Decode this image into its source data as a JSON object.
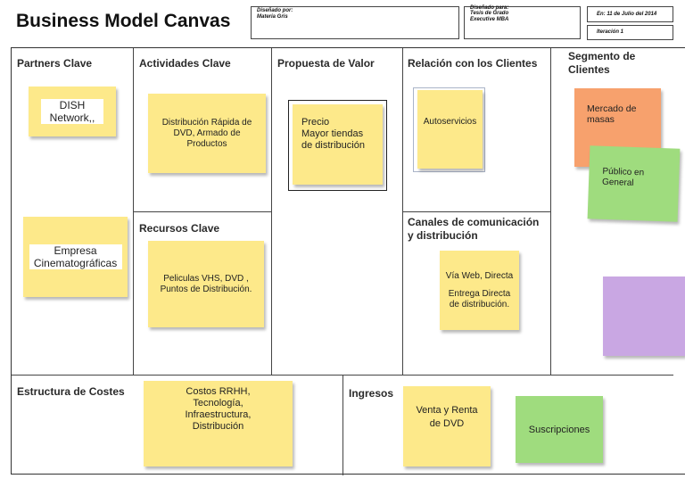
{
  "title": "Business Model Canvas",
  "header": {
    "disenado_por_label": "Diseñado por:",
    "disenado_por_value": "Materia Gris",
    "disenado_para_label": "Diseñado para:",
    "disenado_para_value_1": "Tesis de Grado",
    "disenado_para_value_2": "Executive MBA",
    "fecha": "En: 11 de Julio del 2014",
    "iteracion": "Iteración 1"
  },
  "sections": {
    "partners": "Partners Clave",
    "actividades": "Actividades Clave",
    "propuesta": "Propuesta de Valor",
    "relacion": "Relación con los Clientes",
    "segmento": "Segmento de Clientes",
    "recursos": "Recursos Clave",
    "canales": "Canales de comunicación y distribución",
    "costes": "Estructura de Costes",
    "ingresos": "Ingresos"
  },
  "notes": {
    "dish": "DISH Network,,",
    "empresa": "Empresa Cinematográficas",
    "distribucion": "Distribución Rápida de DVD, Armado de Productos",
    "propuesta_1": "Precio",
    "propuesta_2": "Mayor tiendas de distribución",
    "autoservicios": "Autoservicios",
    "mercado": "Mercado de masas",
    "publico": "Público en General",
    "peliculas": "Peliculas VHS, DVD , Puntos de Distribución.",
    "canales_1": "Vía Web, Directa",
    "canales_2": "Entrega Directa de distribución.",
    "costos": "Costos RRHH,\nTecnología,\nInfraestructura,\nDistribución",
    "venta": "Venta y Renta de DVD",
    "suscripciones": "Suscripciones"
  }
}
